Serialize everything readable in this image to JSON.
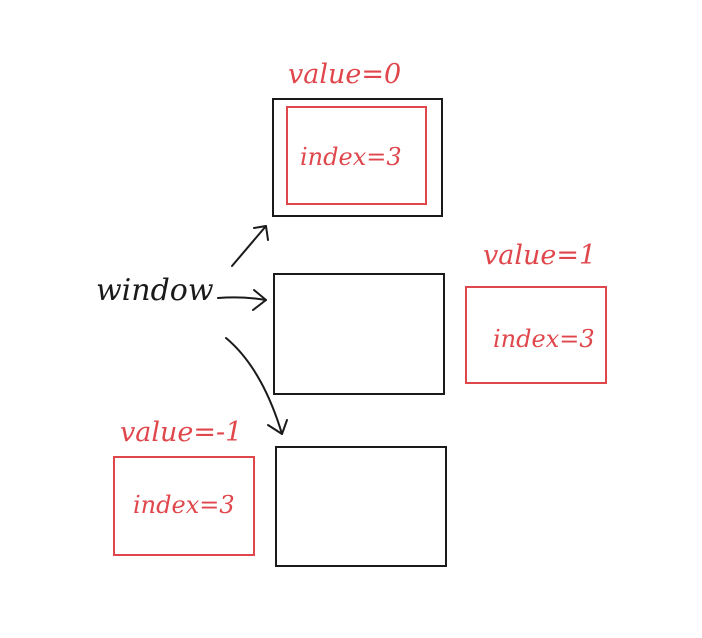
{
  "colors": {
    "ink": "#1a1a1a",
    "red": "#e0474c"
  },
  "window_label": "window",
  "items": [
    {
      "value_label": "value=0",
      "index_label": "index=3"
    },
    {
      "value_label": "value=1",
      "index_label": "index=3"
    },
    {
      "value_label": "value=-1",
      "index_label": "index=3"
    }
  ]
}
